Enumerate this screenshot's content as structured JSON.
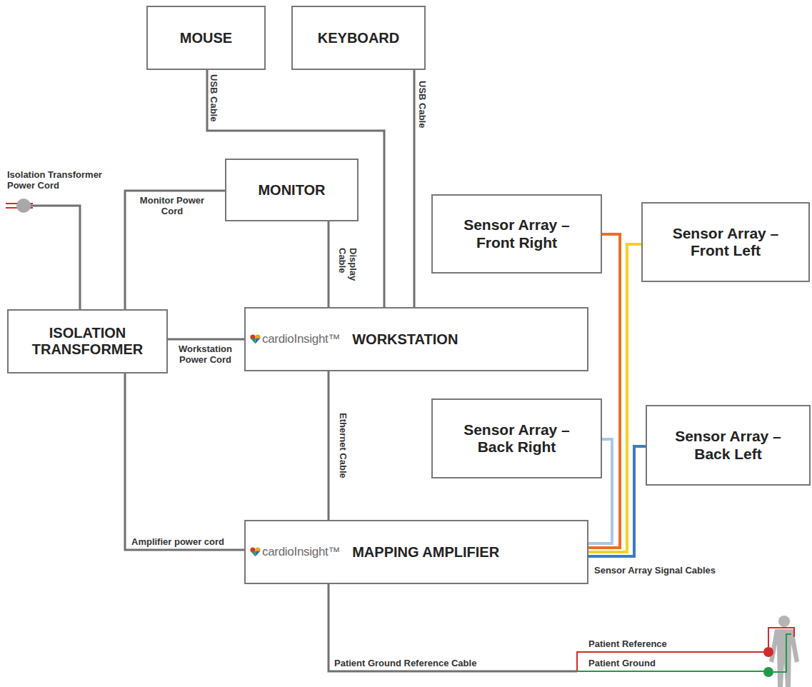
{
  "diagram": {
    "nodes": [
      {
        "text": [
          "MOUSE"
        ]
      },
      {
        "text": [
          "KEYBOARD"
        ]
      },
      {
        "text": [
          "MONITOR"
        ]
      },
      {
        "text": [
          "Sensor Array – Front Right"
        ]
      },
      {
        "text": [
          "Sensor Array – Front Left"
        ]
      },
      {
        "text": [
          "ISOLATION TRANSFORMER"
        ]
      },
      {
        "text": [
          "cardioInsight™",
          "WORKSTATION"
        ]
      },
      {
        "text": [
          "Sensor Array – Back Right"
        ]
      },
      {
        "text": [
          "Sensor Array – Back Left"
        ]
      },
      {
        "text": [
          "cardioInsight™",
          "MAPPING AMPLIFIER"
        ]
      }
    ],
    "edges": [
      {
        "from": 0,
        "to": 6,
        "label": "USB Cable",
        "arrow": "none"
      },
      {
        "from": 1,
        "to": 6,
        "label": "USB Cable",
        "arrow": "none"
      },
      {
        "from": 2,
        "to": 6,
        "label": "Display Cable",
        "arrow": "none"
      },
      {
        "from": 5,
        "to": 2,
        "label": "Monitor Power Cord",
        "arrow": "none"
      },
      {
        "from": 5,
        "to": 6,
        "label": "Workstation Power Cord",
        "arrow": "none"
      },
      {
        "from": 6,
        "to": 9,
        "label": "Ethernet Cable",
        "arrow": "none"
      },
      {
        "from": 5,
        "to": 9,
        "label": "Amplifier power cord",
        "arrow": "none"
      },
      {
        "from": 3,
        "to": 9,
        "arrow": "none"
      },
      {
        "from": 4,
        "to": 9,
        "arrow": "none"
      },
      {
        "from": 7,
        "to": 9,
        "arrow": "none"
      },
      {
        "from": 8,
        "to": 9,
        "arrow": "none"
      }
    ],
    "labels": [
      "Isolation Transformer Power Cord",
      "Sensor Array Signal Cables",
      "Patient Reference",
      "Patient Ground Reference Cable",
      "Patient Ground"
    ]
  }
}
